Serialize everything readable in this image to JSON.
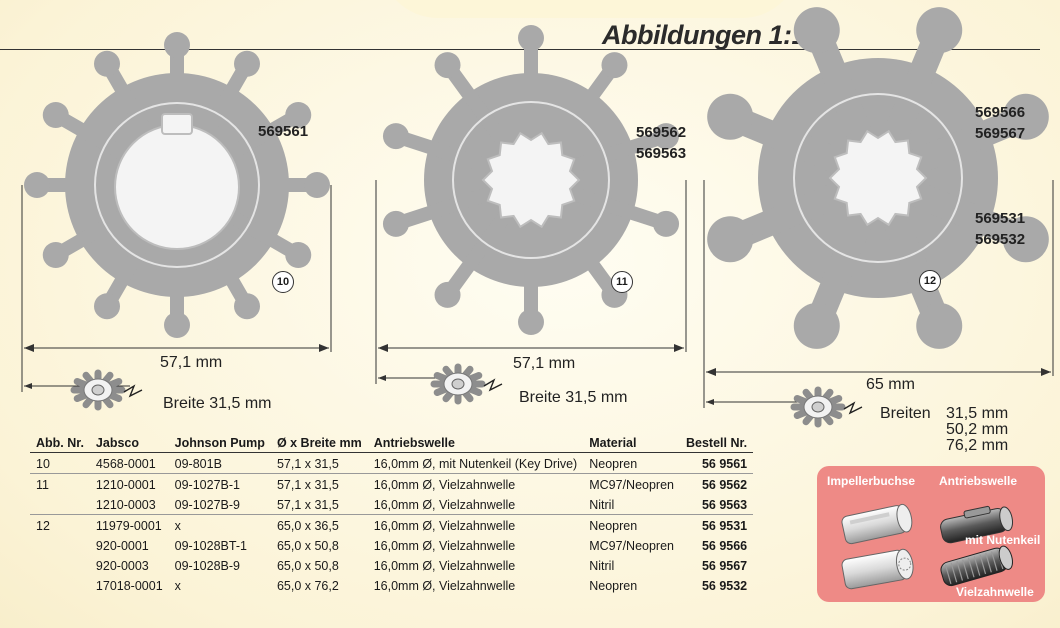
{
  "title": "Abbildungen 1:1",
  "impellers": [
    {
      "badge": "10",
      "part_numbers": [
        "569561"
      ],
      "dimension": "57,1 mm",
      "width_label": "Breite 31,5 mm"
    },
    {
      "badge": "11",
      "part_numbers": [
        "569562",
        "569563"
      ],
      "dimension": "57,1 mm",
      "width_label": "Breite 31,5 mm"
    },
    {
      "badge": "12",
      "part_numbers_upper": [
        "569566",
        "569567"
      ],
      "part_numbers_lower": [
        "569531",
        "569532"
      ],
      "dimension": "65 mm",
      "width_label": "Breiten",
      "widths": [
        "31,5 mm",
        "50,2 mm",
        "76,2 mm"
      ]
    }
  ],
  "table": {
    "headers": [
      "Abb. Nr.",
      "Jabsco",
      "Johnson Pump",
      "Ø x Breite mm",
      "Antriebswelle",
      "Material",
      "Bestell Nr."
    ],
    "rows": [
      [
        "10",
        "4568-0001",
        "09-801B",
        "57,1 x 31,5",
        "16,0mm Ø, mit Nutenkeil (Key Drive)",
        "Neopren",
        "56 9561"
      ],
      [
        "11",
        "1210-0001",
        "09-1027B-1",
        "57,1 x 31,5",
        "16,0mm Ø, Vielzahnwelle",
        "MC97/Neopren",
        "56 9562"
      ],
      [
        "",
        "1210-0003",
        "09-1027B-9",
        "57,1 x 31,5",
        "16,0mm Ø, Vielzahnwelle",
        "Nitril",
        "56 9563"
      ],
      [
        "12",
        "11979-0001",
        "x",
        "65,0 x 36,5",
        "16,0mm Ø, Vielzahnwelle",
        "Neopren",
        "56 9531"
      ],
      [
        "",
        "920-0001",
        "09-1028BT-1",
        "65,0 x 50,8",
        "16,0mm Ø, Vielzahnwelle",
        "MC97/Neopren",
        "56 9566"
      ],
      [
        "",
        "920-0003",
        "09-1028B-9",
        "65,0 x 50,8",
        "16,0mm Ø, Vielzahnwelle",
        "Nitril",
        "56 9567"
      ],
      [
        "",
        "17018-0001",
        "x",
        "65,0 x 76,2",
        "16,0mm Ø, Vielzahnwelle",
        "Neopren",
        "56 9532"
      ]
    ]
  },
  "legend": {
    "heading_left": "Impellerbuchse",
    "heading_right": "Antriebswelle",
    "label_key": "mit Nutenkeil",
    "label_spline": "Vielzahnwelle",
    "colors": {
      "box": "#ee8a86",
      "impeller": "#a9a9a9"
    }
  }
}
